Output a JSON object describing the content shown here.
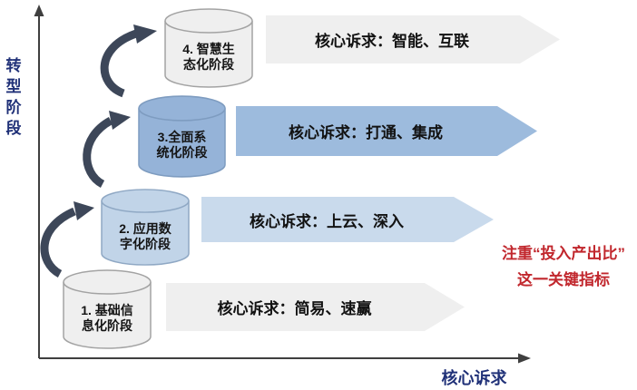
{
  "axes": {
    "y_label": "转型阶段",
    "x_label": "核心诉求"
  },
  "stages": [
    {
      "line1": "1. 基础信",
      "line2": "息化阶段",
      "fill": "#efefef"
    },
    {
      "line1": "2. 应用数",
      "line2": "字化阶段",
      "fill": "#c1d4e8"
    },
    {
      "line1": "3.全面系",
      "line2": "统化阶段",
      "fill": "#95b3d8"
    },
    {
      "line1": "4. 智慧生",
      "line2": "态化阶段",
      "fill": "#efefef"
    }
  ],
  "banners": [
    {
      "stage": 1,
      "text": "核心诉求：简易、速赢",
      "fill": "#efefef"
    },
    {
      "stage": 2,
      "text": "核心诉求：上云、深入",
      "fill": "#c9daec"
    },
    {
      "stage": 3,
      "text": "核心诉求：打通、集成",
      "fill": "#9dbbdd"
    },
    {
      "stage": 4,
      "text": "核心诉求：智能、互联",
      "fill": "#efefef"
    }
  ],
  "note": {
    "line1": "注重“投入产出比”",
    "line2": "这一关键指标",
    "color": "#c1272d"
  },
  "colors": {
    "axis_label": "#203178",
    "axis_line": "#3f3f3f",
    "flow_arrow": "#3d4759"
  }
}
